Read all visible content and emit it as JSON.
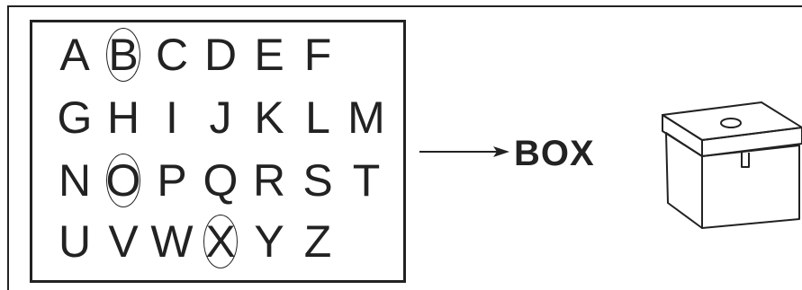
{
  "grid": {
    "rows": [
      [
        {
          "char": "A",
          "circled": false
        },
        {
          "char": "B",
          "circled": true
        },
        {
          "char": "C",
          "circled": false
        },
        {
          "char": "D",
          "circled": false
        },
        {
          "char": "E",
          "circled": false
        },
        {
          "char": "F",
          "circled": false
        }
      ],
      [
        {
          "char": "G",
          "circled": false
        },
        {
          "char": "H",
          "circled": false
        },
        {
          "char": "I",
          "circled": false
        },
        {
          "char": "J",
          "circled": false
        },
        {
          "char": "K",
          "circled": false
        },
        {
          "char": "L",
          "circled": false
        },
        {
          "char": "M",
          "circled": false
        }
      ],
      [
        {
          "char": "N",
          "circled": false
        },
        {
          "char": "O",
          "circled": true
        },
        {
          "char": "P",
          "circled": false
        },
        {
          "char": "Q",
          "circled": false
        },
        {
          "char": "R",
          "circled": false
        },
        {
          "char": "S",
          "circled": false
        },
        {
          "char": "T",
          "circled": false
        }
      ],
      [
        {
          "char": "U",
          "circled": false
        },
        {
          "char": "V",
          "circled": false
        },
        {
          "char": "W",
          "circled": false
        },
        {
          "char": "X",
          "circled": true
        },
        {
          "char": "Y",
          "circled": false
        },
        {
          "char": "Z",
          "circled": false
        }
      ]
    ]
  },
  "result": {
    "label": "BOX",
    "icon": "box-icon"
  },
  "colors": {
    "ink": "#222222",
    "background": "#ffffff"
  }
}
